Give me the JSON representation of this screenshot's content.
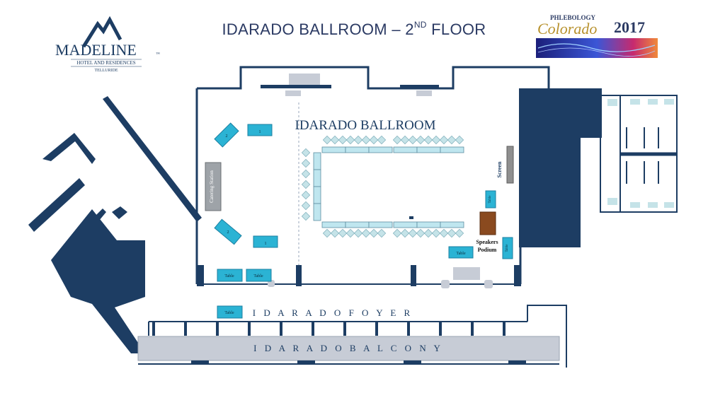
{
  "header": {
    "title_main": "IDARADO BALLROOM – 2",
    "title_sup": "ND",
    "title_tail": " FLOOR"
  },
  "logo_left": {
    "name": "MADELINE",
    "tm": "™",
    "line1": "HOTEL AND RESIDENCES",
    "line2": "TELLURIDE"
  },
  "logo_right": {
    "top": "PHLEBOLOGY",
    "script": "Colorado",
    "year": "2017"
  },
  "rooms": {
    "ballroom": "IDARADO BALLROOM",
    "foyer": "I D A R A D O   F O Y E R",
    "balcony": "I D A R A D O   B A L C O N Y"
  },
  "labels": {
    "catering": "Catering Station",
    "screen": "Screen",
    "speakers_podium_1": "Speakers",
    "speakers_podium_2": "Podium",
    "table": "Table",
    "one": "1",
    "two": "2"
  },
  "colors": {
    "wall": "#1d3d63",
    "table": "#2bb3d4",
    "table_light": "#bfe6ef",
    "chair": "#c5e3e8",
    "balcony": "#c7ccd6",
    "podium": "#8a4a1f",
    "screen": "#8f8f8f"
  }
}
